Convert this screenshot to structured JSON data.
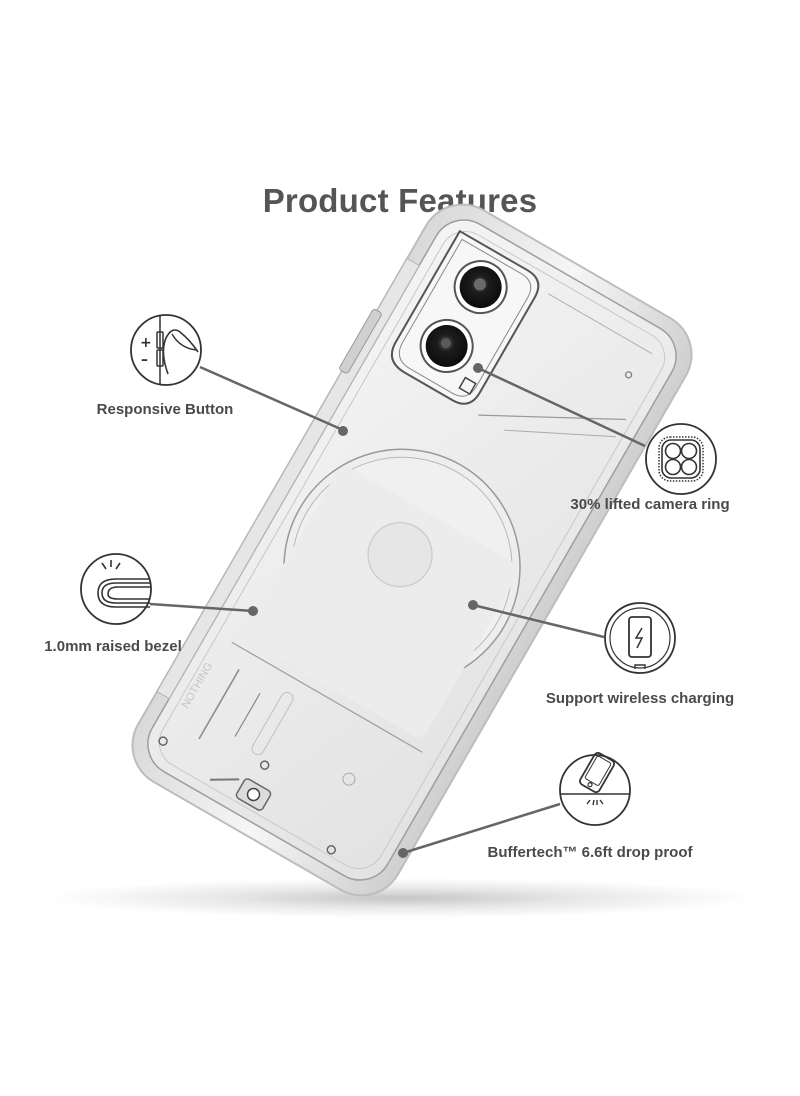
{
  "title": "Product Features",
  "product": {
    "brand_engraving": "NOTHING",
    "description": "Clear protective phone case, rear view"
  },
  "features": [
    {
      "id": "responsive-button",
      "label": "Responsive Button",
      "icon": "side-button-press-icon"
    },
    {
      "id": "camera-ring",
      "label": "30% lifted camera ring",
      "icon": "camera-ring-icon"
    },
    {
      "id": "raised-bezel",
      "label": "1.0mm raised bezel",
      "icon": "raised-bezel-icon"
    },
    {
      "id": "wireless-charging",
      "label": "Support wireless charging",
      "icon": "wireless-charging-icon"
    },
    {
      "id": "drop-proof",
      "label": "Buffertech™ 6.6ft drop proof",
      "icon": "drop-proof-icon"
    }
  ],
  "colors": {
    "title": "#555555",
    "label": "#4a4a4a",
    "callout_line": "#666666",
    "icon_stroke": "#333333",
    "background": "#ffffff"
  }
}
